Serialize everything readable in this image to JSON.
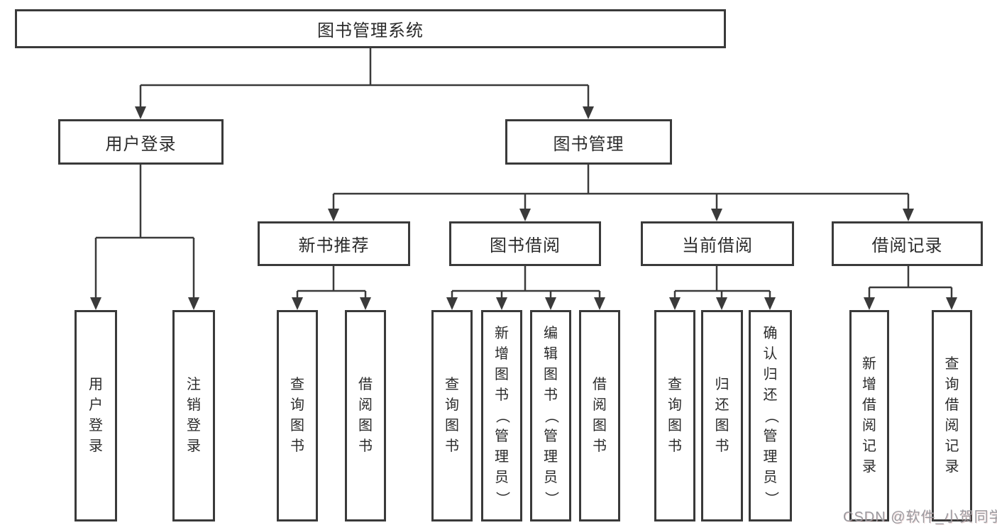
{
  "tree": {
    "root": "图书管理系统",
    "branches": [
      {
        "label": "用户登录",
        "leaves": [
          "用户登录",
          "注销登录"
        ]
      },
      {
        "label": "图书管理",
        "groups": [
          {
            "label": "新书推荐",
            "leaves": [
              "查询图书",
              "借阅图书"
            ]
          },
          {
            "label": "图书借阅",
            "leaves": [
              "查询图书",
              "新增图书（管理员）",
              "编辑图书（管理员）",
              "借阅图书"
            ]
          },
          {
            "label": "当前借阅",
            "leaves": [
              "查询图书",
              "归还图书",
              "确认归还（管理员）"
            ]
          },
          {
            "label": "借阅记录",
            "leaves": [
              "新增借阅记录",
              "查询借阅记录"
            ]
          }
        ]
      }
    ]
  },
  "watermark": "CSDN @软件_小贺同学",
  "colors": {
    "line": "#3a3a3a",
    "text": "#2b2b2b",
    "watermark": "#9b9ba0",
    "background": "#ffffff"
  }
}
